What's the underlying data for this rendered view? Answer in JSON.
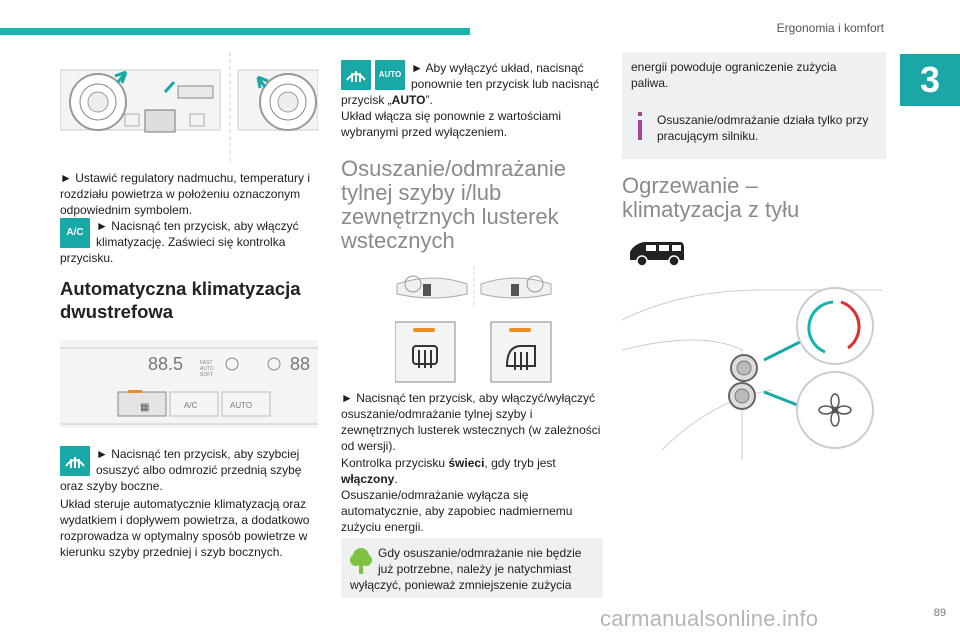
{
  "header": {
    "section_title": "Ergonomia i komfort",
    "chapter_number": "3",
    "page_number": "89"
  },
  "col1": {
    "panel_labels": [
      "A/C",
      "AUTO"
    ],
    "para1": "► Ustawić regulatory nadmuchu, temperatury i rozdziału powietrza w położeniu oznaczonym odpowiednim symbolem.",
    "ac_icon_label": "A/C",
    "para2": "► Nacisnąć ten przycisk, aby włączyć klimatyzację. Zaświeci się kontrolka przycisku.",
    "heading": "Automatyczna klimatyzacja dwustrefowa",
    "display_readout": "88.5",
    "display_small": "FAST AUTO SOFT",
    "panel2_ac": "A/C",
    "panel2_auto": "AUTO",
    "para3": "► Nacisnąć ten przycisk, aby szybciej osuszyć albo odmrozić przednią szybę oraz szyby boczne.",
    "para4": "Układ steruje automatycznie klimatyzacją oraz wydatkiem i dopływem powietrza, a dodatkowo rozprowadza w optymalny sposób powietrze w kierunku szyby przedniej i szyb bocznych."
  },
  "col2": {
    "auto_icon_label": "AUTO",
    "para1a": "► Aby wyłączyć układ, nacisnąć ponownie ten przycisk lub nacisnąć przycisk „",
    "para1_bold": "AUTO",
    "para1b": "”.",
    "para2": "Układ włącza się ponownie z wartościami wybranymi przed wyłączeniem.",
    "heading": "Osuszanie/odmrażanie tylnej szyby i/lub zewnętrznych lusterek wstecznych",
    "para3": "► Nacisnąć ten przycisk, aby włączyć/wyłączyć osuszanie/odmrażanie tylnej szyby i zewnętrznych lusterek wstecznych (w zależności od wersji).",
    "para4a": "Kontrolka przycisku ",
    "para4_bold1": "świeci",
    "para4b": ", gdy tryb jest ",
    "para4_bold2": "włączony",
    "para4c": ".",
    "para5": "Osuszanie/odmrażanie wyłącza się automatycznie, aby zapobiec nadmiernemu zużyciu energii.",
    "eco_note": "Gdy osuszanie/odmrażanie nie będzie już potrzebne, należy je natychmiast wyłączyć, ponieważ zmniejszenie zużycia"
  },
  "col3": {
    "eco_note_cont": "energii powoduje ograniczenie zużycia paliwa.",
    "info_note": "Osuszanie/odmrażanie działa tylko przy pracującym silniku.",
    "heading": "Ogrzewanie – klimatyzacja z tyłu"
  },
  "watermark": "carmanualsonline.info",
  "colors": {
    "accent": "#17b3ad",
    "eco_green": "#7dc242",
    "info_purple": "#a24a9a",
    "red_arc": "#e02b2b"
  }
}
